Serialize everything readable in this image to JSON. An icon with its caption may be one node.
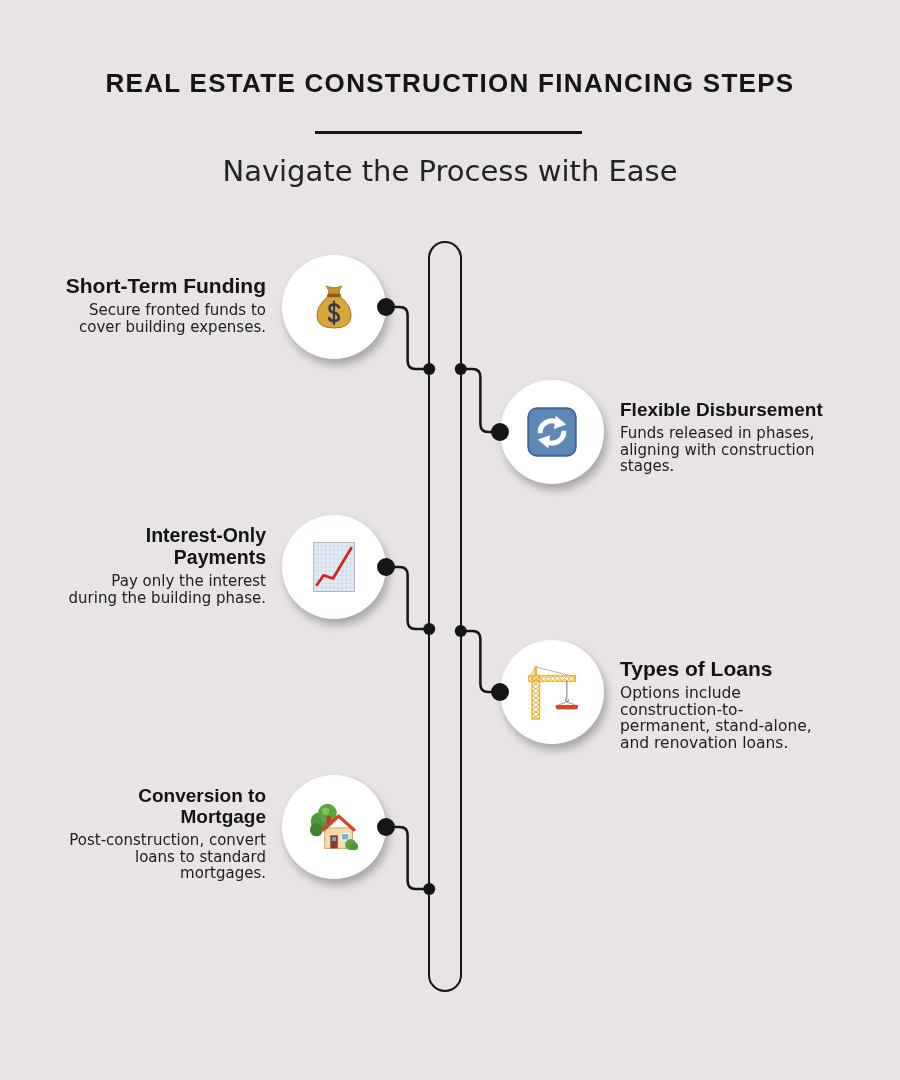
{
  "diagram": {
    "title": "REAL ESTATE CONSTRUCTION FINANCING STEPS",
    "nodes": [
      {
        "text": [
          "Short-Term Funding",
          "Secure fronted funds to cover building expenses."
        ]
      },
      {
        "text": [
          "Flexible Disbursement",
          "Funds released in phases, aligning with construction stages."
        ]
      },
      {
        "text": [
          "Interest-Only Payments",
          "Pay only the interest during the building phase."
        ]
      },
      {
        "text": [
          "Types of Loans",
          "Options include construction-to-permanent, stand-alone, and renovation loans."
        ]
      },
      {
        "text": [
          "Conversion to Mortgage",
          "Post-construction, convert loans to standard mortgages."
        ]
      },
      {
        "text": [],
        "shape": "box"
      }
    ],
    "edges": [
      {
        "from": 0,
        "to": 5,
        "arrow": "other"
      },
      {
        "from": 1,
        "to": 5,
        "arrow": "other"
      },
      {
        "from": 2,
        "to": 5,
        "arrow": "other"
      },
      {
        "from": 3,
        "to": 5,
        "arrow": "other"
      },
      {
        "from": 4,
        "to": 5,
        "arrow": "other"
      }
    ],
    "labels": [
      "Navigate the Process with Ease"
    ]
  }
}
